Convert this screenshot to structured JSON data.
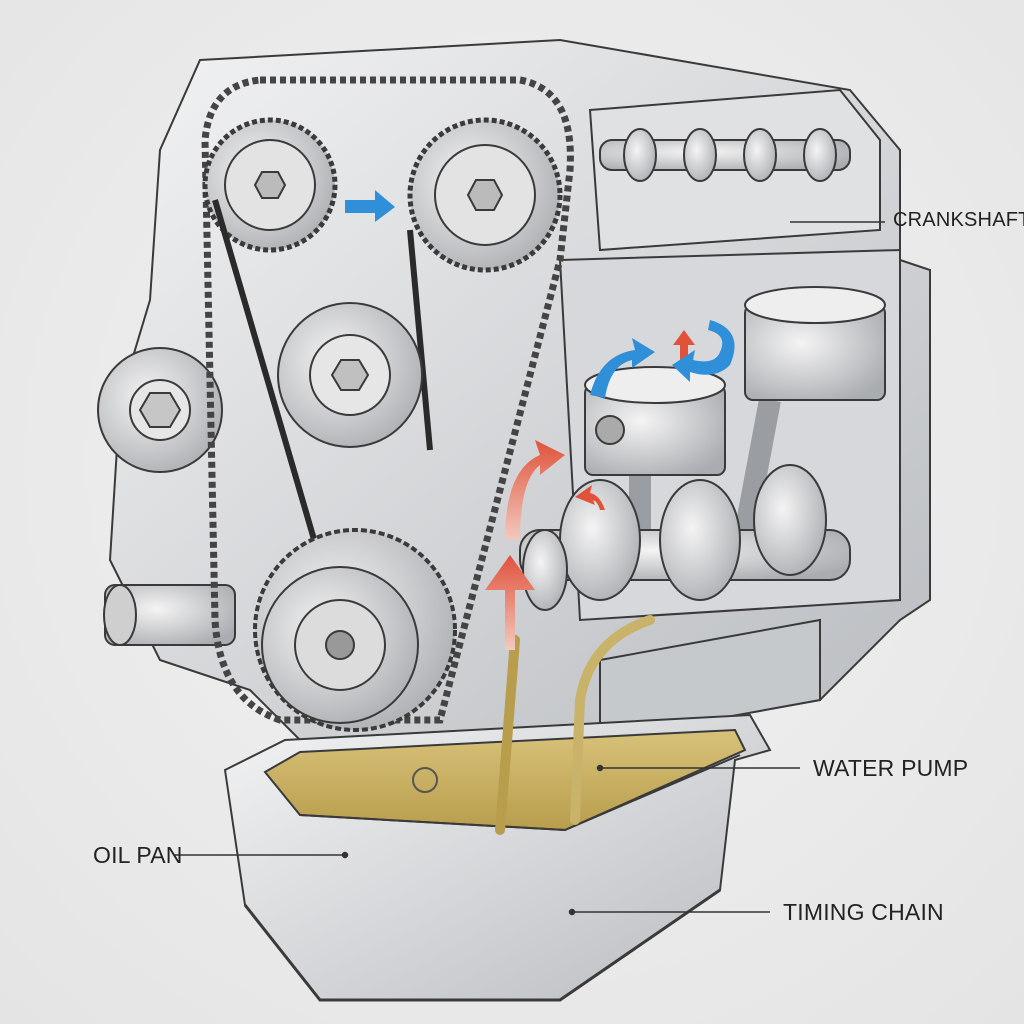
{
  "labels": {
    "crankshaft": "CRANKSHAFT",
    "water_pump": "WATER PUMP",
    "oil_pan": "OIL PAN",
    "timing_chain": "TIMING CHAIN"
  },
  "colors": {
    "metal": "#cfd2d5",
    "outline": "#3a3a3a",
    "oil": "#c9b36a",
    "arrow_blue": "#2f8fd8",
    "arrow_red": "#e0523a"
  }
}
